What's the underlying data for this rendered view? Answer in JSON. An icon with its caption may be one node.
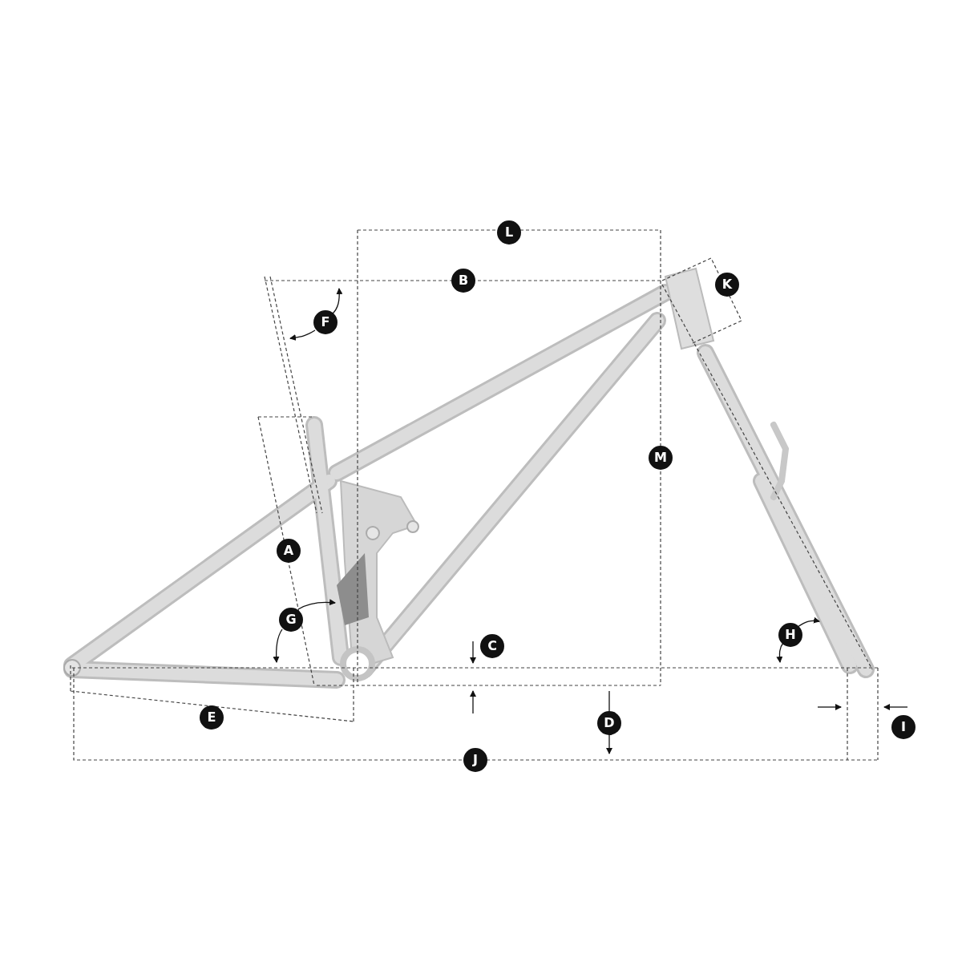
{
  "diagram": {
    "labels": [
      "L",
      "B",
      "K",
      "F",
      "M",
      "A",
      "G",
      "H",
      "C",
      "E",
      "D",
      "I",
      "J"
    ]
  }
}
